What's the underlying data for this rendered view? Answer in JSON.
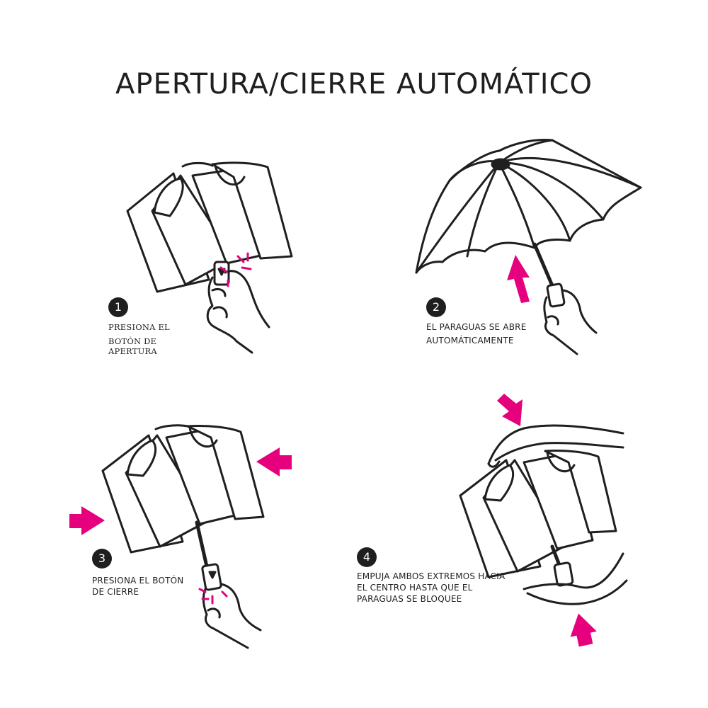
{
  "title": "APERTURA/CIERRE AUTOMÁTICO",
  "colors": {
    "accent": "#e6007e",
    "ink": "#1f1f1f",
    "background": "#ffffff"
  },
  "steps": [
    {
      "number": "1",
      "lines": [
        "PRESIONA EL",
        "BOTÓN DE",
        "APERTURA"
      ]
    },
    {
      "number": "2",
      "lines": [
        "EL PARAGUAS SE ABRE",
        "AUTOMÁTICAMENTE"
      ]
    },
    {
      "number": "3",
      "lines": [
        "PRESIONA EL BOTÓN",
        "DE CIERRE"
      ]
    },
    {
      "number": "4",
      "lines": [
        "EMPUJA AMBOS EXTREMOS HACIA",
        "EL CENTRO HASTA QUE EL",
        "PARAGUAS SE BLOQUEE"
      ]
    }
  ],
  "icons": [
    "closed-umbrella-icon",
    "open-umbrella-icon",
    "hand-icon",
    "arrow-icon"
  ]
}
